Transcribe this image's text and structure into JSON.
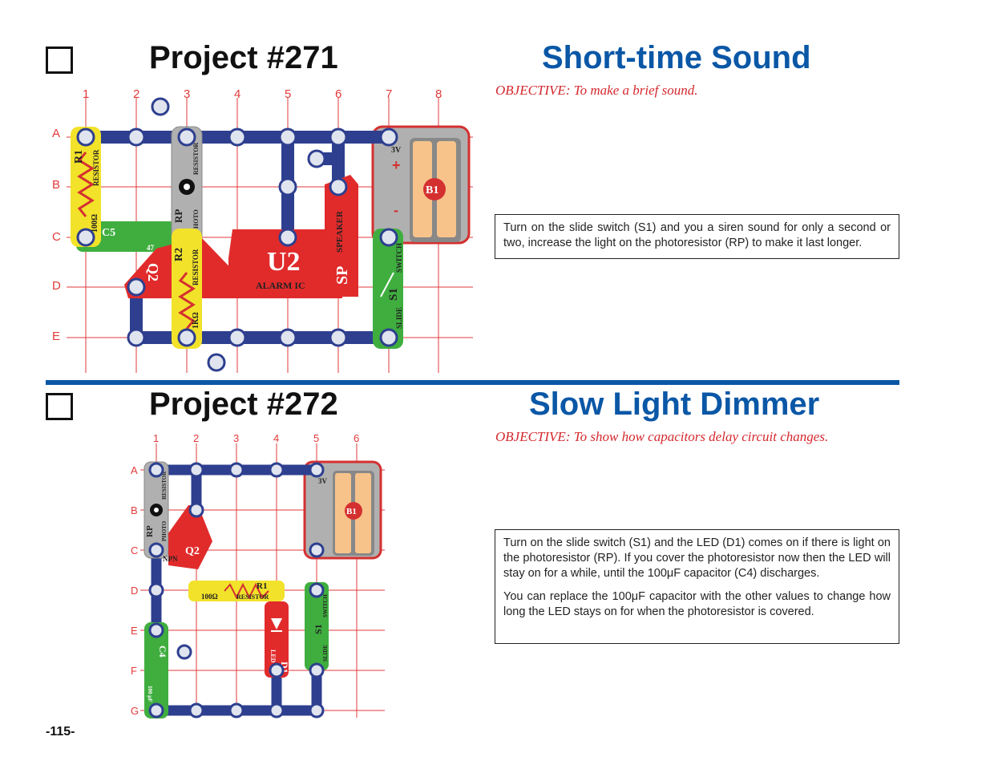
{
  "page_number": "-115-",
  "projects": [
    {
      "title": "Project #271",
      "name": "Short-time Sound",
      "objective": "OBJECTIVE:  To make a brief sound.",
      "description": [
        "Turn on the slide switch (S1) and you a siren sound for only a second or two, increase the light on the photoresistor (RP) to make it last longer."
      ],
      "diagram": {
        "columns": [
          "1",
          "2",
          "3",
          "4",
          "5",
          "6",
          "7",
          "8"
        ],
        "rows": [
          "A",
          "B",
          "C",
          "D",
          "E"
        ],
        "components": {
          "r1": "R1",
          "r1_type": "RESISTOR",
          "r1_value": "100Ω",
          "rp": "RP",
          "rp_type1": "PHOTO",
          "rp_type2": "RESISTOR",
          "c5": "C5",
          "c5_value": "47",
          "q2": "Q2",
          "r2": "R2",
          "r2_type": "RESISTOR",
          "r2_value": "1KΩ",
          "u2": "U2",
          "u2_type": "ALARM IC",
          "sp": "SP",
          "sp_type": "SPEAKER",
          "b1": "B1",
          "b1_voltage": "3V",
          "s1": "S1",
          "s1_type1": "SLIDE",
          "s1_type2": "SWITCH"
        }
      }
    },
    {
      "title": "Project #272",
      "name": "Slow Light Dimmer",
      "objective": "OBJECTIVE:  To show how capacitors delay circuit changes.",
      "description": [
        "Turn on the slide switch (S1) and the LED (D1) comes on if there is light on the photoresistor (RP).  If you cover the photoresistor now then the LED will stay on for a while, until the 100μF capacitor (C4) discharges.",
        "You can replace the 100μF capacitor with the other values to change how long the LED stays on for when the photoresistor is covered."
      ],
      "diagram": {
        "columns": [
          "1",
          "2",
          "3",
          "4",
          "5",
          "6"
        ],
        "rows": [
          "A",
          "B",
          "C",
          "D",
          "E",
          "F",
          "G"
        ],
        "components": {
          "rp": "RP",
          "rp_type1": "PHOTO",
          "rp_type2": "RESISTOR",
          "q2": "Q2",
          "q2_type": "NPN",
          "r1": "R1",
          "r1_type": "RESISTOR",
          "r1_value": "100Ω",
          "d1": "D1",
          "d1_type": "LED",
          "c4": "C4",
          "c4_value": "100 μF",
          "s1": "S1",
          "s1_type1": "SLIDE",
          "s1_type2": "SWITCH",
          "b1": "B1",
          "b1_voltage": "3V"
        }
      }
    }
  ],
  "colors": {
    "title_blue": "#0a57a6",
    "objective_red": "#d3282e",
    "grid_red": "#e23a3a",
    "wire_blue": "#2e3f8f"
  }
}
